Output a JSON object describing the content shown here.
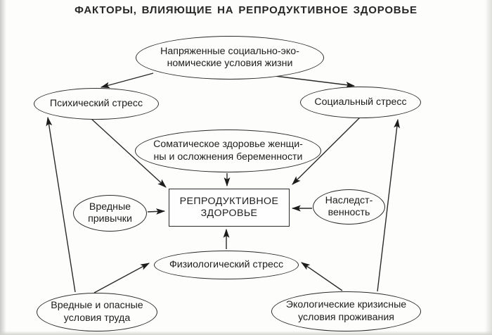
{
  "title": "ФАКТОРЫ, ВЛИЯЮЩИЕ НА РЕПРОДУКТИВНОЕ ЗДОРОВЬЕ",
  "colors": {
    "ink": "#2a2a2a",
    "paper": "#fdfdfc"
  },
  "nodes": {
    "socioeconomic": {
      "shape": "ellipse",
      "lines": [
        "Напряженные социально-эко-",
        "номические условия жизни"
      ]
    },
    "psychological_stress": {
      "shape": "ellipse",
      "lines": [
        "Психический стресс"
      ]
    },
    "social_stress": {
      "shape": "ellipse",
      "lines": [
        "Социальный стресс"
      ]
    },
    "somatic_health": {
      "shape": "ellipse",
      "lines": [
        "Соматическое здоровье женщи-",
        "ны и осложнения беременности"
      ]
    },
    "bad_habits": {
      "shape": "ellipse",
      "lines": [
        "Вредные",
        "привычки"
      ]
    },
    "reproductive_health": {
      "shape": "rect",
      "lines": [
        "РЕПРОДУКТИВНОЕ",
        "ЗДОРОВЬЕ"
      ]
    },
    "heredity": {
      "shape": "ellipse",
      "lines": [
        "Наследст-",
        "венность"
      ]
    },
    "physiological_stress": {
      "shape": "ellipse",
      "lines": [
        "Физиологический стресс"
      ]
    },
    "hazardous_work": {
      "shape": "ellipse",
      "lines": [
        "Вредные и опасные",
        "условия труда"
      ]
    },
    "ecological_crisis": {
      "shape": "ellipse",
      "lines": [
        "Экологические кризисные",
        "условия проживания"
      ]
    }
  },
  "edges": [
    {
      "from": "socioeconomic",
      "to": "psychological_stress"
    },
    {
      "from": "socioeconomic",
      "to": "social_stress"
    },
    {
      "from": "psychological_stress",
      "to": "reproductive_health"
    },
    {
      "from": "social_stress",
      "to": "reproductive_health"
    },
    {
      "from": "somatic_health",
      "to": "reproductive_health"
    },
    {
      "from": "bad_habits",
      "to": "reproductive_health"
    },
    {
      "from": "heredity",
      "to": "reproductive_health"
    },
    {
      "from": "physiological_stress",
      "to": "reproductive_health"
    },
    {
      "from": "hazardous_work",
      "to": "psychological_stress"
    },
    {
      "from": "hazardous_work",
      "to": "physiological_stress"
    },
    {
      "from": "ecological_crisis",
      "to": "physiological_stress"
    },
    {
      "from": "ecological_crisis",
      "to": "social_stress"
    }
  ]
}
